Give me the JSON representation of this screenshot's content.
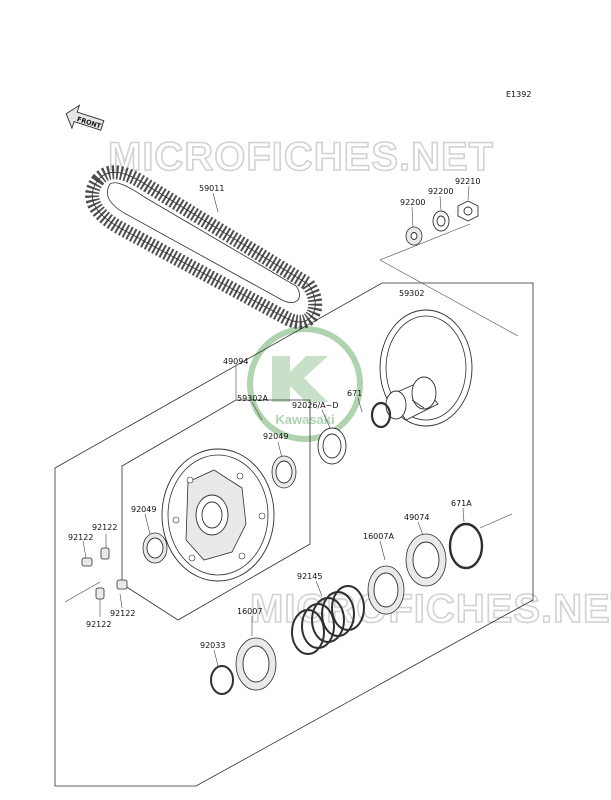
{
  "diagram": {
    "code": "E1392",
    "front_label": "FRONT",
    "watermark": "MICROFICHES.NET",
    "logo_text": "Kawasaki",
    "accent_color": "#6fae6f",
    "parts": [
      {
        "id": "p-59011",
        "label": "59011"
      },
      {
        "id": "p-92210",
        "label": "92210"
      },
      {
        "id": "p-92200-a",
        "label": "92200"
      },
      {
        "id": "p-92200-b",
        "label": "92200"
      },
      {
        "id": "p-59302",
        "label": "59302"
      },
      {
        "id": "p-49094",
        "label": "49094"
      },
      {
        "id": "p-671",
        "label": "671"
      },
      {
        "id": "p-59302a",
        "label": "59302A"
      },
      {
        "id": "p-92026",
        "label": "92026/A~D"
      },
      {
        "id": "p-92049-a",
        "label": "92049"
      },
      {
        "id": "p-92049-b",
        "label": "92049"
      },
      {
        "id": "p-671a",
        "label": "671A"
      },
      {
        "id": "p-49074",
        "label": "49074"
      },
      {
        "id": "p-16007a",
        "label": "16007A"
      },
      {
        "id": "p-92122-a",
        "label": "92122"
      },
      {
        "id": "p-92122-b",
        "label": "92122"
      },
      {
        "id": "p-92122-c",
        "label": "92122"
      },
      {
        "id": "p-92122-d",
        "label": "92122"
      },
      {
        "id": "p-92145",
        "label": "92145"
      },
      {
        "id": "p-16007",
        "label": "16007"
      },
      {
        "id": "p-92033",
        "label": "92033"
      }
    ]
  }
}
